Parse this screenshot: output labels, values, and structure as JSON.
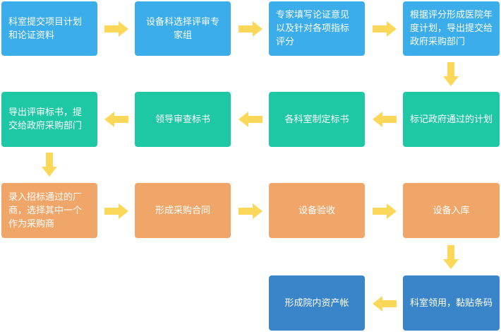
{
  "colors": {
    "row1": "#3badea",
    "row2": "#1ec8a4",
    "row3": "#f0a669",
    "row4": "#3a85c9",
    "arrow": "#fbd75a"
  },
  "steps": {
    "s1": "科室提交项目计划和论证资料",
    "s2": "设备科选择评审专家组",
    "s3": "专家填写论证意见以及针对各项指标评分",
    "s4": "根据评分形成医院年度计划，导出提交给政府采购部门",
    "s5": "标记政府通过的计划",
    "s6": "各科室制定标书",
    "s7": "领导审查标书",
    "s8": "导出评审标书，提交给政府采购部门",
    "s9": "录入招标通过的厂商，选择其中一个作为采购商",
    "s10": "形成采购合同",
    "s11": "设备验收",
    "s12": "设备入库",
    "s13": "科室领用，黏贴条码",
    "s14": "形成院内资产帐"
  }
}
